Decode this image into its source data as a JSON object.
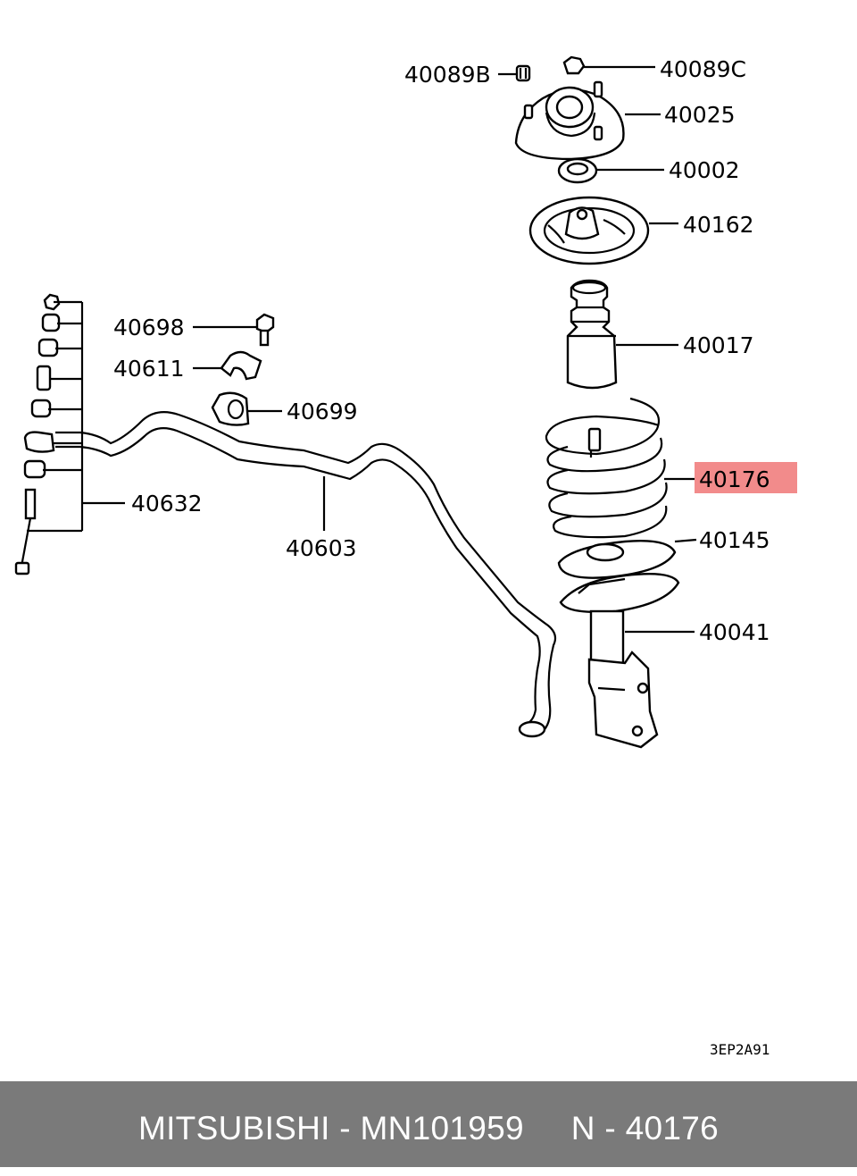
{
  "diagram": {
    "labels": {
      "p40089B": "40089B",
      "p40089C": "40089C",
      "p40025": "40025",
      "p40002": "40002",
      "p40162": "40162",
      "p40017": "40017",
      "p40176": "40176",
      "p40145": "40145",
      "p40041": "40041",
      "p40698": "40698",
      "p40611": "40611",
      "p40699": "40699",
      "p40632": "40632",
      "p40603": "40603"
    },
    "highlighted_part": "40176",
    "highlight_color": "#f28b8b",
    "drawing_ref": "3EP2A91"
  },
  "footer": {
    "text": "MITSUBISHI - MN101959     N - 40176",
    "background": "#7a7a7a",
    "color": "#ffffff"
  }
}
